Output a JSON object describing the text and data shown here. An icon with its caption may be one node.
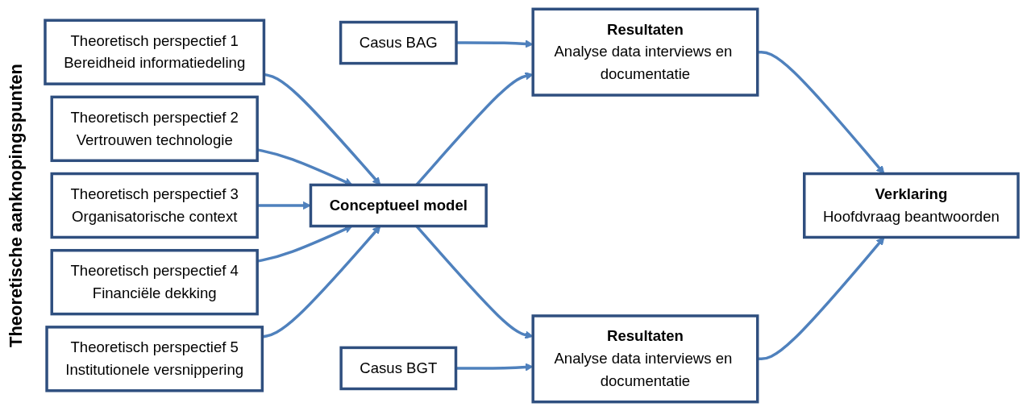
{
  "diagram": {
    "nodes": [
      {
        "text": [
          "Theoretisch perspectief 1",
          "Bereidheid informatiedeling"
        ]
      },
      {
        "text": [
          "Theoretisch perspectief 2",
          "Vertrouwen technologie"
        ]
      },
      {
        "text": [
          "Theoretisch perspectief 3",
          "Organisatorische context"
        ]
      },
      {
        "text": [
          "Theoretisch perspectief 4",
          "Financiële dekking"
        ]
      },
      {
        "text": [
          "Theoretisch perspectief 5",
          "Institutionele versnippering"
        ]
      },
      {
        "text": [
          "Casus BAG"
        ]
      },
      {
        "text": [
          "Conceptueel model"
        ]
      },
      {
        "text": [
          "Casus BGT"
        ]
      },
      {
        "text": [
          "Resultaten",
          "Analyse data interviews en documentatie"
        ]
      },
      {
        "text": [
          "Resultaten",
          "Analyse data interviews en documentatie"
        ]
      },
      {
        "text": [
          "Verklaring",
          "Hoofdvraag beantwoorden"
        ]
      }
    ],
    "edges": [
      {
        "from": 0,
        "to": 6,
        "arrow": "to"
      },
      {
        "from": 1,
        "to": 6,
        "arrow": "to"
      },
      {
        "from": 2,
        "to": 6,
        "arrow": "to"
      },
      {
        "from": 3,
        "to": 6,
        "arrow": "to"
      },
      {
        "from": 4,
        "to": 6,
        "arrow": "to"
      },
      {
        "from": 5,
        "to": 8,
        "arrow": "to"
      },
      {
        "from": 6,
        "to": 8,
        "arrow": "to"
      },
      {
        "from": 6,
        "to": 9,
        "arrow": "to"
      },
      {
        "from": 7,
        "to": 9,
        "arrow": "to"
      },
      {
        "from": 8,
        "to": 10,
        "arrow": "to"
      },
      {
        "from": 9,
        "to": 10,
        "arrow": "to"
      }
    ],
    "labels": [
      "Theoretische aanknopingspunten"
    ]
  }
}
